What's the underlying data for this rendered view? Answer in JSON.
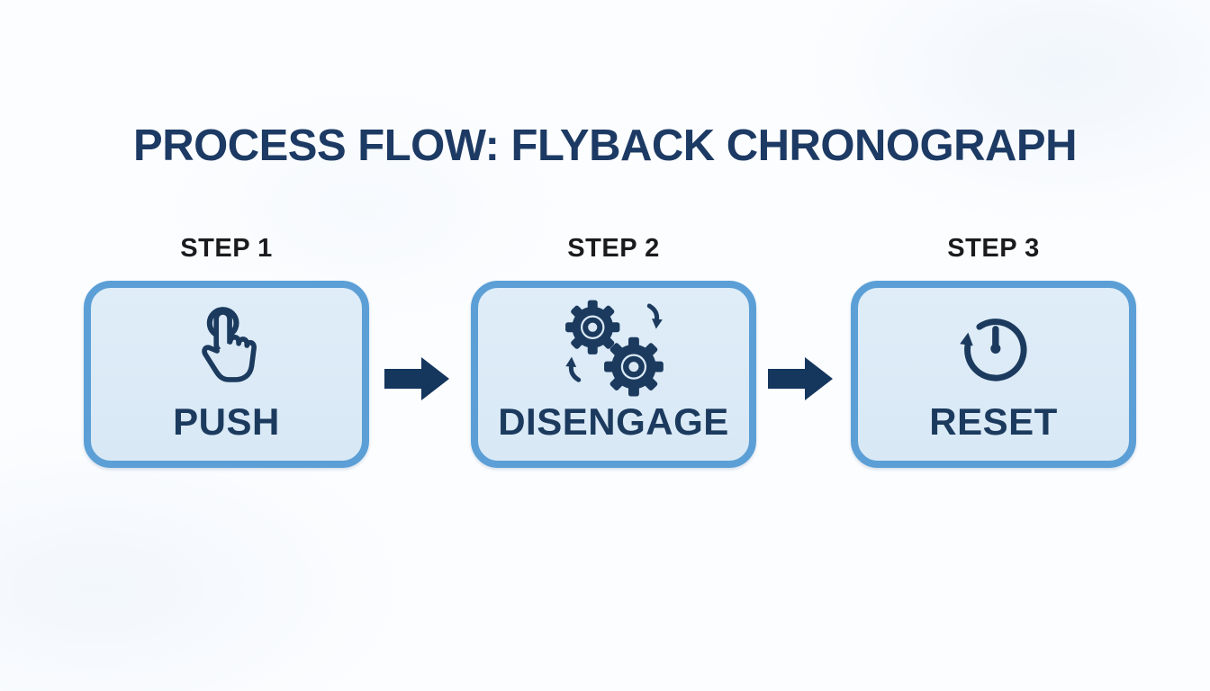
{
  "title": "PROCESS FLOW: FLYBACK CHRONOGRAPH",
  "steps": [
    {
      "label": "STEP 1",
      "action": "PUSH",
      "icon": "tap-icon"
    },
    {
      "label": "STEP 2",
      "action": "DISENGAGE",
      "icon": "gears-icon"
    },
    {
      "label": "STEP 3",
      "action": "RESET",
      "icon": "reset-icon"
    }
  ],
  "colors": {
    "accent_navy": "#1b3a5e",
    "title_navy": "#1c3a63",
    "box_fill": "#dbe9f6",
    "box_border": "#5b9fd6",
    "step_label": "#1b1b1d",
    "flow_arrow": "#15365d",
    "background": "#fcfdff"
  }
}
